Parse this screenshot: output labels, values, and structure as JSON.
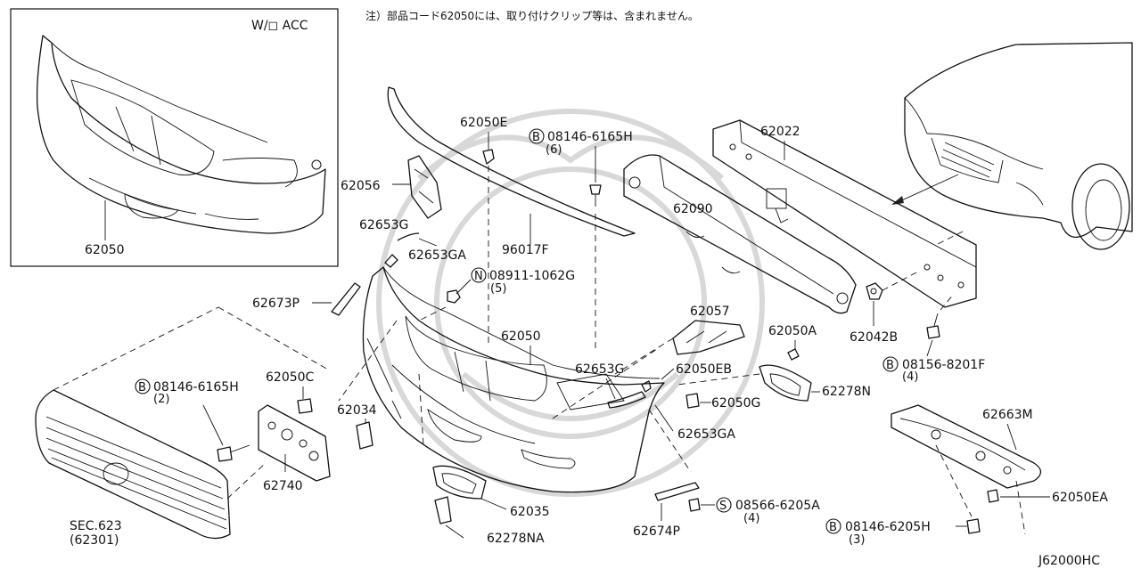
{
  "header_note": "注）部品コード62050には、取り付けクリップ等は、含まれません。",
  "diagram_id": "J62000HC",
  "inset": {
    "title": "W/◻ ACC",
    "part": "62050"
  },
  "labels": {
    "p62050E": "62050E",
    "bolt_a_code": "08146-6165H",
    "bolt_a_qty": "(6)",
    "p62022": "62022",
    "p62056": "62056",
    "p62090": "62090",
    "p62653G_top": "62653G",
    "p62653GA_top": "62653GA",
    "p96017F": "96017F",
    "nut_code": "08911-1062G",
    "nut_qty": "(5)",
    "p62673P": "62673P",
    "p62057": "62057",
    "p62042B": "62042B",
    "p62050_main": "62050",
    "p62050A": "62050A",
    "bolt_b_code": "08156-8201F",
    "bolt_b_qty": "(4)",
    "p62653G_mid": "62653G",
    "p62050EB": "62050EB",
    "p62278N": "62278N",
    "bolt_c_code": "08146-6165H",
    "bolt_c_qty": "(2)",
    "p62050C": "62050C",
    "p62050G": "62050G",
    "p62034": "62034",
    "p62653GA_low": "62653GA",
    "p62663M": "62663M",
    "p62740": "62740",
    "screw_code": "08566-6205A",
    "screw_qty": "(4)",
    "p62050EA": "62050EA",
    "p62035": "62035",
    "sec": "SEC.623",
    "sec_sub": "(62301)",
    "p62674P": "62674P",
    "bolt_d_code": "08146-6205H",
    "bolt_d_qty": "(3)",
    "p62278NA": "62278NA"
  },
  "symbols": {
    "bolt": "B",
    "nut": "N",
    "screw": "S"
  }
}
